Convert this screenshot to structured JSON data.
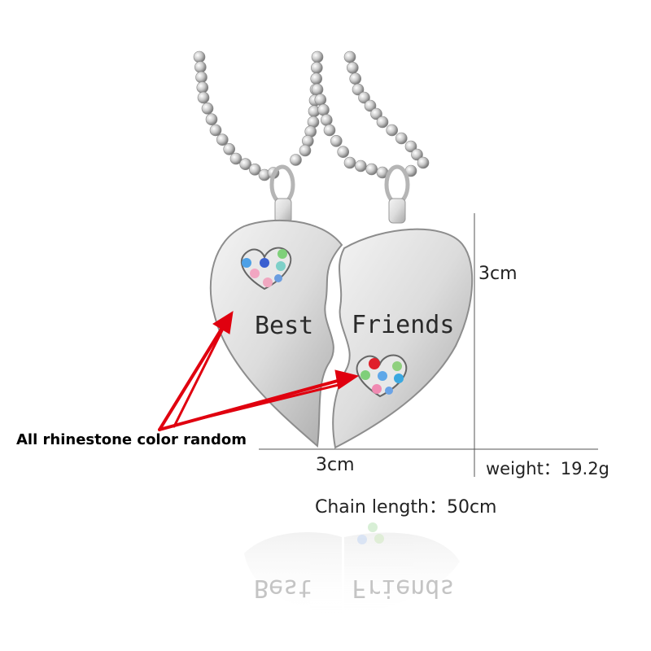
{
  "engraving": {
    "left_word": "Best",
    "right_word": "Friends"
  },
  "labels": {
    "height": "3cm",
    "width": "3cm",
    "weight": "weight：19.2g",
    "chain_length": "Chain length：50cm",
    "rhinestone_note": "All rhinestone color random"
  },
  "colors": {
    "silver": "#d9d9d9",
    "arrow": "#e0000f",
    "text": "#222222"
  }
}
